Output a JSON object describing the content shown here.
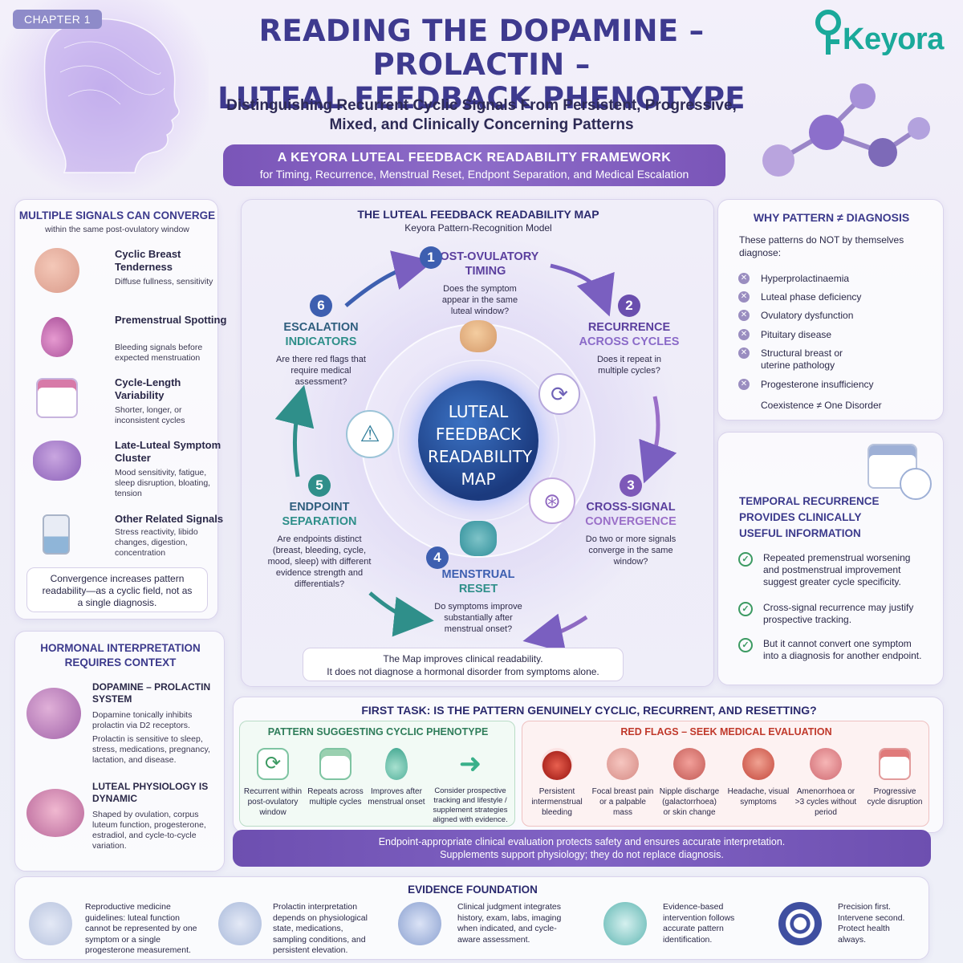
{
  "chapter": "CHAPTER 1",
  "brand": "Keyora",
  "title_line1": "READING THE DOPAMINE – PROLACTIN –",
  "title_line2": "LUTEAL FEEDBACK PHENOTYPE",
  "subtitle_line1": "Distinguishing Recurrent Cyclic Signals From Persistent, Progressive,",
  "subtitle_line2": "Mixed, and Clinically Concerning Patterns",
  "banner": {
    "line1": "A KEYORA LUTEAL FEEDBACK READABILITY FRAMEWORK",
    "line2": "for Timing, Recurrence, Menstrual Reset, Endpont Separation, and Medical Escalation"
  },
  "signals": {
    "title": "MULTIPLE SIGNALS CAN CONVERGE",
    "subtitle": "within the same post-ovulatory window",
    "items": [
      {
        "name": "Cyclic Breast Tenderness",
        "desc": "Diffuse fullness, sensitivity"
      },
      {
        "name": "Premenstrual Spotting",
        "desc": "Bleeding signals before expected menstruation"
      },
      {
        "name": "Cycle-Length Variability",
        "desc": "Shorter, longer, or inconsistent cycles"
      },
      {
        "name": "Late-Luteal Symptom Cluster",
        "desc": "Mood sensitivity, fatigue, sleep disruption, bloating, tension"
      },
      {
        "name": "Other Related Signals",
        "desc": "Stress reactivity, libido changes, digestion, concentration"
      }
    ],
    "note": "Convergence increases pattern readability—as a cyclic field, not as a single diagnosis."
  },
  "hormonal": {
    "title_line1": "HORMONAL INTERPRETATION",
    "title_line2": "REQUIRES CONTEXT",
    "block1": {
      "title": "DOPAMINE – PROLACTIN SYSTEM",
      "p1": "Dopamine tonically inhibits prolactin via D2 receptors.",
      "p2": "Prolactin is sensitive to sleep, stress, medications, pregnancy, lactation, and disease."
    },
    "block2": {
      "title": "LUTEAL PHYSIOLOGY IS DYNAMIC",
      "p1": "Shaped by ovulation, corpus luteum function, progesterone, estradiol, and cycle-to-cycle variation."
    }
  },
  "map": {
    "title": "THE LUTEAL FEEDBACK READABILITY MAP",
    "subtitle": "Keyora Pattern-Recognition Model",
    "center": "LUTEAL FEEDBACK READABILITY MAP",
    "nodes": [
      {
        "num": "1",
        "t1": "POST-OVULATORY",
        "t2": "TIMING",
        "q": "Does the symptom appear in the same luteal window?"
      },
      {
        "num": "2",
        "t1": "RECURRENCE",
        "t2": "ACROSS CYCLES",
        "q": "Does it repeat in multiple cycles?"
      },
      {
        "num": "3",
        "t1": "CROSS-SIGNAL",
        "t2": "CONVERGENCE",
        "q": "Do two or more signals converge in the same window?"
      },
      {
        "num": "4",
        "t1": "MENSTRUAL",
        "t2": "RESET",
        "q": "Do symptoms improve substantially after menstrual onset?"
      },
      {
        "num": "5",
        "t1": "ENDPOINT",
        "t2": "SEPARATION",
        "q": "Are endpoints distinct (breast, bleeding, cycle, mood, sleep) with different evidence strength and differentials?"
      },
      {
        "num": "6",
        "t1": "ESCALATION",
        "t2": "INDICATORS",
        "q": "Are there red flags that require medical assessment?"
      }
    ],
    "footer_line1": "The Map improves clinical readability.",
    "footer_line2": "It does not diagnose a hormonal disorder from symptoms alone."
  },
  "why": {
    "title": "WHY PATTERN ≠ DIAGNOSIS",
    "intro": "These patterns do NOT by themselves diagnose:",
    "items": [
      "Hyperprolactinaemia",
      "Luteal phase deficiency",
      "Ovulatory dysfunction",
      "Pituitary disease",
      "Structural breast or uterine pathology",
      "Progesterone insufficiency"
    ],
    "note": "Coexistence ≠ One Disorder"
  },
  "temporal": {
    "title": "TEMPORAL RECURRENCE PROVIDES CLINICALLY USEFUL INFORMATION",
    "items": [
      "Repeated premenstrual worsening and postmenstrual improvement suggest greater cycle specificity.",
      "Cross-signal recurrence may justify prospective tracking.",
      "But it cannot convert one symptom into a diagnosis for another endpoint."
    ]
  },
  "first_task": {
    "title": "FIRST TASK: IS THE PATTERN GENUINELY CYCLIC, RECURRENT, AND RESETTING?",
    "cyclic_title": "PATTERN SUGGESTING CYCLIC PHENOTYPE",
    "cyclic": [
      "Recurrent within post-ovulatory window",
      "Repeats across multiple cycles",
      "Improves after menstrual onset",
      "Consider prospective tracking and lifestyle / supplement strategies aligned with evidence."
    ],
    "red_title": "RED FLAGS – SEEK MEDICAL EVALUATION",
    "red": [
      "Persistent intermenstrual bleeding",
      "Focal breast pain or a palpable mass",
      "Nipple discharge (galactorrhoea) or skin change",
      "Headache, visual symptoms",
      "Amenorrhoea or >3 cycles without period",
      "Progressive cycle disruption"
    ]
  },
  "safety": {
    "line1": "Endpoint-appropriate clinical evaluation protects safety and ensures accurate interpretation.",
    "line2": "Supplements support physiology; they do not replace diagnosis."
  },
  "evidence": {
    "title": "EVIDENCE FOUNDATION",
    "items": [
      "Reproductive medicine guidelines: luteal function cannot be represented by one symptom or a single progesterone measurement.",
      "Prolactin interpretation depends on physiological state, medications, sampling conditions, and persistent elevation.",
      "Clinical judgment integrates history, exam, labs, imaging when indicated, and cycle-aware assessment.",
      "Evidence-based intervention follows accurate pattern identification.",
      "Precision first. Intervene second. Protect health always."
    ]
  },
  "colors": {
    "purple": "#5b3f9e",
    "teal": "#2f8f8a",
    "blue": "#3d5fb0",
    "red": "#c0392b",
    "green": "#3c9a62"
  }
}
